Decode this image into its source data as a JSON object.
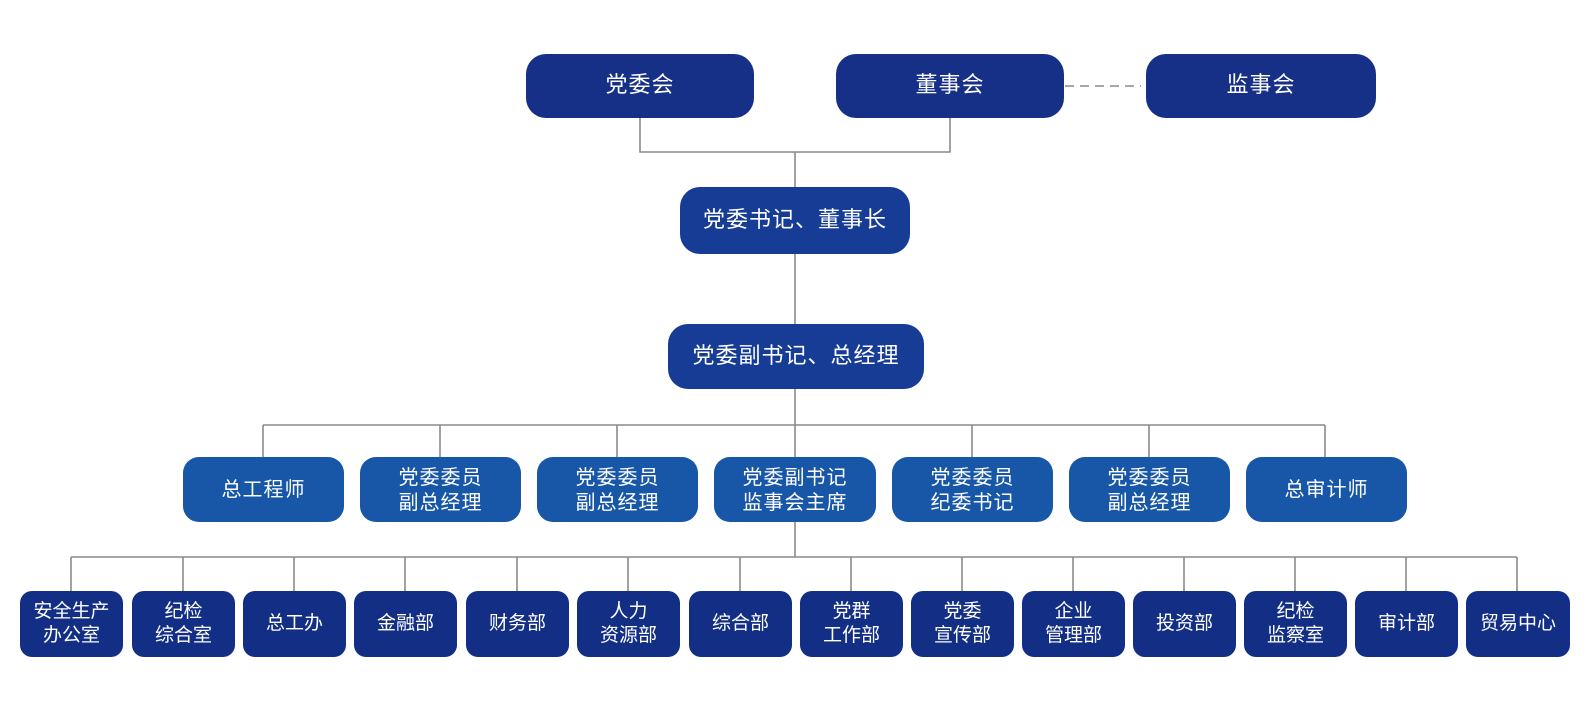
{
  "top": {
    "party_committee": "党委会",
    "board": "董事会",
    "supervisory_board": "监事会"
  },
  "chairman": "党委书记、董事长",
  "general_manager": "党委副书记、总经理",
  "executives": [
    [
      "总工程师"
    ],
    [
      "党委委员",
      "副总经理"
    ],
    [
      "党委委员",
      "副总经理"
    ],
    [
      "党委副书记",
      "监事会主席"
    ],
    [
      "党委委员",
      "纪委书记"
    ],
    [
      "党委委员",
      "副总经理"
    ],
    [
      "总审计师"
    ]
  ],
  "departments": [
    [
      "安全生产",
      "办公室"
    ],
    [
      "纪检",
      "综合室"
    ],
    [
      "总工办"
    ],
    [
      "金融部"
    ],
    [
      "财务部"
    ],
    [
      "人力",
      "资源部"
    ],
    [
      "综合部"
    ],
    [
      "党群",
      "工作部"
    ],
    [
      "党委",
      "宣传部"
    ],
    [
      "企业",
      "管理部"
    ],
    [
      "投资部"
    ],
    [
      "纪检",
      "监察室"
    ],
    [
      "审计部"
    ],
    [
      "贸易中心"
    ]
  ],
  "colors": {
    "top_box": "#163087",
    "mid_box": "#163c95",
    "exec_box": "#1857a7",
    "dept_box": "#122e85",
    "connector": "#8a8a8a",
    "text": "#ffffff"
  }
}
